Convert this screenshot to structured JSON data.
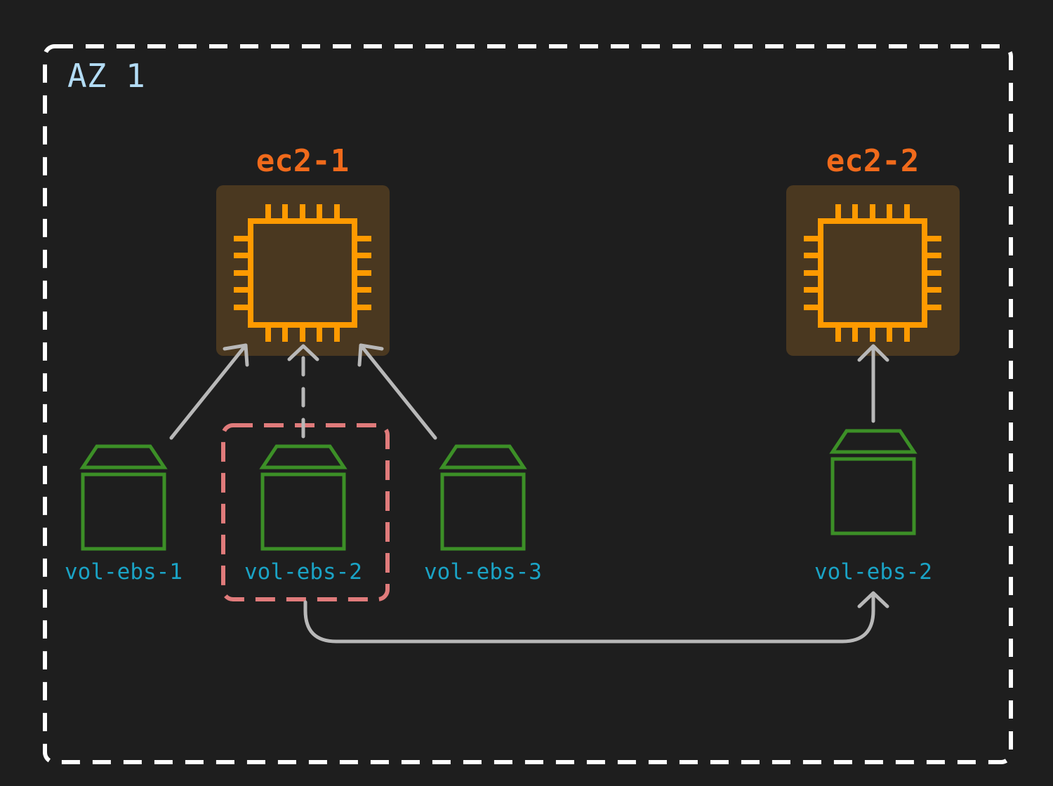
{
  "zone": {
    "label": "AZ 1"
  },
  "instances": [
    {
      "id": "ec2-1",
      "label": "ec2-1"
    },
    {
      "id": "ec2-2",
      "label": "ec2-2"
    }
  ],
  "volumes": [
    {
      "label": "vol-ebs-1",
      "attached_to": "ec2-1",
      "attachment": "solid"
    },
    {
      "label": "vol-ebs-2",
      "attached_to": "ec2-1",
      "attachment": "dashed",
      "highlighted": true
    },
    {
      "label": "vol-ebs-3",
      "attached_to": "ec2-1",
      "attachment": "solid"
    },
    {
      "label": "vol-ebs-2",
      "attached_to": "ec2-2",
      "attachment": "solid"
    }
  ],
  "moves": [
    {
      "from": "vol-ebs-2 (ec2-1)",
      "to": "vol-ebs-2 (ec2-2)"
    }
  ],
  "colors": {
    "background": "#1e1e1e",
    "zone_border": "#ffffff",
    "zone_label": "#b3dcf5",
    "instance_label": "#f06a1b",
    "instance_bg": "#4a3820",
    "chip": "#ff9a00",
    "volume": "#3c8f27",
    "volume_label": "#1aa3c5",
    "highlight": "#e07b7b",
    "arrow": "#b8b8b8"
  }
}
